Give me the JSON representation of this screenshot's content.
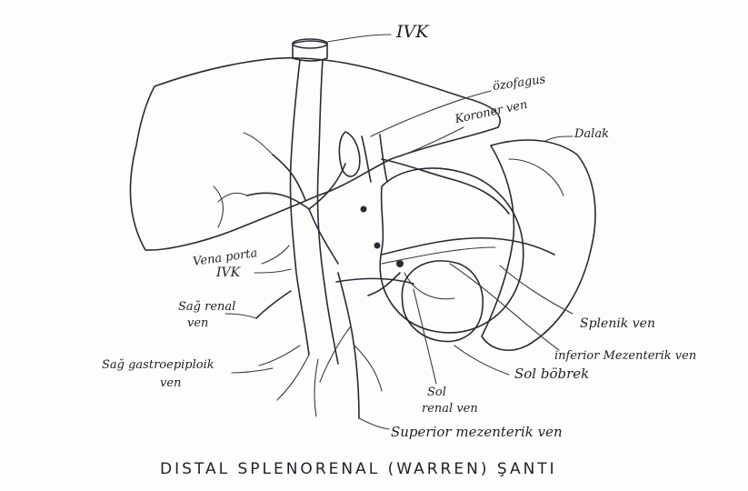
{
  "labels": {
    "ivk_top": "IVK",
    "ozofagus": "özofagus",
    "koroner_ven": "Koroner ven",
    "dalak": "Dalak",
    "vena_porta": "Vena porta",
    "ivk": "IVK",
    "sag_renal_ven_1": "Sağ renal",
    "sag_renal_ven_2": "ven",
    "sag_gastroepiploik_1": "Sağ gastroepiploik",
    "sag_gastroepiploik_2": "ven",
    "splenik_ven": "Splenik ven",
    "inferior_mezenterik_ven": "inferior Mezenterik ven",
    "sol_bobrek": "Sol böbrek",
    "sol_renal_ven_1": "Sol",
    "sol_renal_ven_2": "renal ven",
    "superior_mezenterik_ven": "Superior mezenterik ven"
  },
  "title": "DISTAL SPLENORENAL (WARREN) ŞANTI"
}
